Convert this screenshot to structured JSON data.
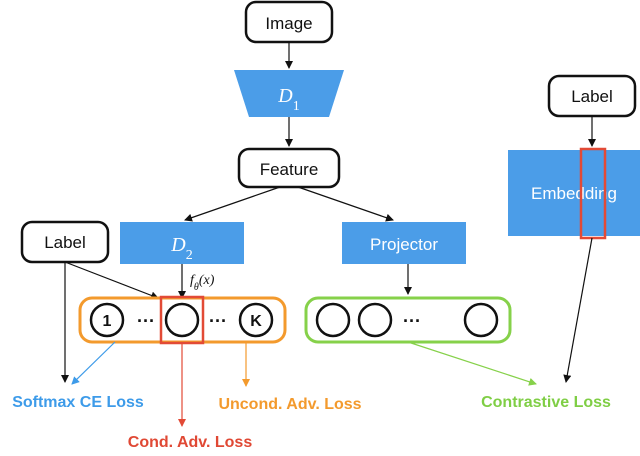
{
  "nodes": {
    "image": "Image",
    "d1_base": "D",
    "d1_sub": "1",
    "feature": "Feature",
    "label_left": "Label",
    "d2_base": "D",
    "d2_sub": "2",
    "projector": "Projector",
    "label_right": "Label",
    "embedding": "Embedding",
    "f_theta": "f",
    "f_theta_sub": "θ",
    "f_theta_arg": "(x)"
  },
  "classifier_row": {
    "first": "1",
    "ellipsis_1": "···",
    "ellipsis_2": "···",
    "last": "K"
  },
  "projector_row": {
    "ellipsis": "···"
  },
  "losses": {
    "softmax": "Softmax CE Loss",
    "cond": "Cond. Adv. Loss",
    "uncond": "Uncond. Adv. Loss",
    "contrastive": "Contrastive Loss"
  },
  "colors": {
    "blue_box": "#4b9de8",
    "orange": "#f39a2d",
    "red": "#e24a36",
    "green": "#86d14a",
    "blue_text": "#3d9be9",
    "red_text": "#e04834",
    "orange_text": "#f39a2d",
    "green_text": "#7fce45"
  }
}
